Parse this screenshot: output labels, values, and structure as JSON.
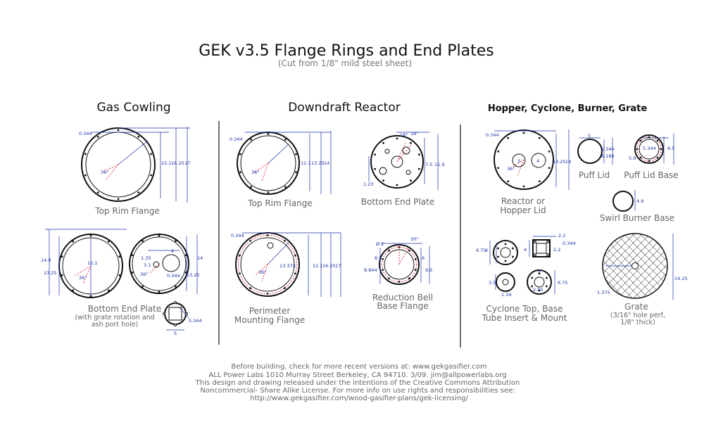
{
  "header": {
    "title": "GEK v3.5 Flange Rings and End Plates",
    "subtitle": "(Cut from 1/8\" mild steel sheet)"
  },
  "sections": {
    "gas_cowling": "Gas Cowling",
    "downdraft_reactor": "Downdraft Reactor",
    "hopper": "Hopper, Cyclone, Burner, Grate"
  },
  "parts": {
    "gc_top_rim": "Top Rim Flange",
    "gc_bottom_end": "Bottom End Plate",
    "gc_bottom_end_note1": "(with grate rotation and",
    "gc_bottom_end_note2": "ash port hole)",
    "dr_top_rim": "Top Rim Flange",
    "dr_bottom_end": "Bottom End Plate",
    "dr_perimeter1": "Perimeter",
    "dr_perimeter2": "Mounting Flange",
    "dr_reduction1": "Reduction Bell",
    "dr_reduction2": "Base Flange",
    "hc_reactor1": "Reactor or",
    "hc_reactor2": "Hopper Lid",
    "hc_puff_lid": "Puff Lid",
    "hc_puff_lid_base": "Puff Lid Base",
    "hc_swirl": "Swirl Burner Base",
    "hc_cyclone1": "Cyclone Top, Base",
    "hc_cyclone2": "Tube Insert & Mount",
    "hc_grate": "Grate",
    "hc_grate_note1": "(3/16\" hole perf,",
    "hc_grate_note2": "1/8\" thick)"
  },
  "dims": {
    "gc_top_hole": "0.344",
    "gc_top_angle": "36°",
    "gc_top_d1": "15.1",
    "gc_top_d2": "16.25",
    "gc_top_d3": "17",
    "gc_be_d1": "14.9",
    "gc_be_d2": "13.25",
    "gc_be_inner": "12.1",
    "gc_be_angle": "36°",
    "gc_be2_a": "1.35",
    "gc_be2_b": "3.1",
    "gc_be2_c": "4",
    "gc_be2_d": "0.344",
    "gc_be2_angle": "36°",
    "gc_be2_d1": "13.25",
    "gc_be2_d2": "14",
    "gc_small_d": "5.344",
    "gc_small_w": "5",
    "dr_top_hole": "0.344",
    "dr_top_angle": "36°",
    "dr_top_d1": "12.1",
    "dr_top_d2": "13.25",
    "dr_top_d3": "14",
    "dr_be_a1": "18°",
    "dr_be_a2": "18°",
    "dr_be_d1": "7.5",
    "dr_be_d2": "11.9",
    "dr_be_hole": "1.23",
    "dr_pm_hole": "0.344",
    "dr_pm_angle": "36°",
    "dr_pm_r": "13.373",
    "dr_pm_d1": "12.1",
    "dr_pm_d2": "16.25",
    "dr_pm_d3": "17",
    "dr_rb_a": "Ø 2",
    "dr_rb_b": "30°",
    "dr_rb_c": "8.5",
    "dr_rb_d": "6",
    "dr_rb_e": "8.844",
    "dr_rb_f": "9.5",
    "hc_rl_hole": "0.344",
    "hc_rl_angle": "36°",
    "hc_rl_d1": "13.25",
    "hc_rl_d2": "14",
    "hc_rl_a": "3",
    "hc_rl_b": "4",
    "hc_pl_w": "5",
    "hc_pl_a": "5.344",
    "hc_pl_b": "6.188",
    "hc_plb_a": "5.344",
    "hc_plb_b": "6.5",
    "hc_plb_c": "5.9",
    "hc_sb_d": "4.9",
    "hc_cy_a": "6.75",
    "hc_cy_b": "4",
    "hc_cy_c": "2.2",
    "hc_cy_d": "4",
    "hc_cy_e": "2.2",
    "hc_cy_f": "0.344",
    "hc_cy_g": "3.5",
    "hc_cy_h": "1.34",
    "hc_cy_i": "4",
    "hc_cy_j": "2.05",
    "hc_cy_k": "6.75",
    "hc_gr_d": "14.25",
    "hc_gr_e": "1.375"
  },
  "footer": {
    "line1": "Before building, check for more recent versions at:  www.gekgasifier.com",
    "line2": "ALL Power Labs 1010 Murray Street Berkeley, CA 94710. 3/09.  jim@allpowerlabs.org",
    "line3": "This design and drawing released under the intentions of the Creative Commons Attribution",
    "line4": "Noncommercial- Share Alike License.   For more info on use rights and responsibilities see:",
    "line5": "http://www.gekgasifier.com/wood-gasifier-plans/gek-licensing/"
  }
}
